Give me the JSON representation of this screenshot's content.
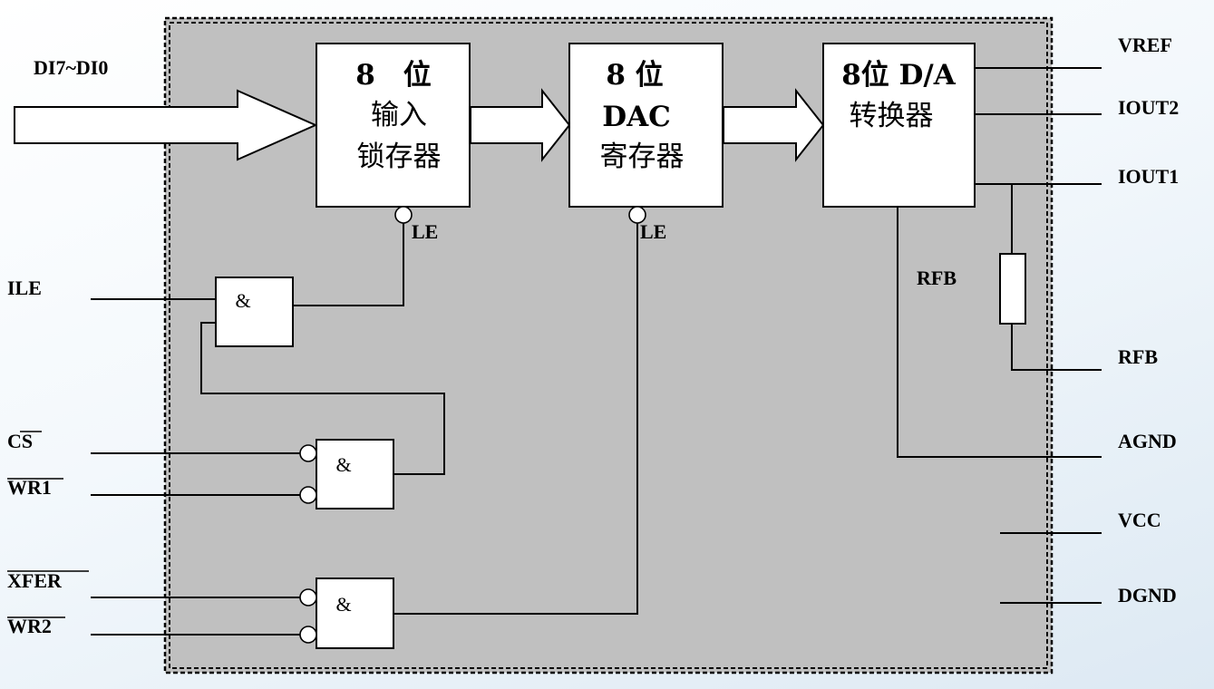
{
  "data_bus_label": "DI7~DI0",
  "blocks": {
    "input_latch": {
      "line1": "8　位",
      "line2": "输入",
      "line3": "锁存器",
      "enable": "LE"
    },
    "dac_register": {
      "line1": "8 位",
      "line2": "DAC",
      "line3": "寄存器",
      "enable": "LE"
    },
    "converter": {
      "line1": "8位 D/A",
      "line2": "转换器"
    }
  },
  "gates": {
    "gate1": "&",
    "gate2": "&",
    "gate3": "&"
  },
  "internal_labels": {
    "rfb_internal": "RFB"
  },
  "pins_left": {
    "ile": "ILE",
    "cs": "CS",
    "wr1": "WR1",
    "xfer": "XFER",
    "wr2": "WR2"
  },
  "pins_right": {
    "vref": "VREF",
    "iout2": "IOUT2",
    "iout1": "IOUT1",
    "rfb": "RFB",
    "agnd": "AGND",
    "vcc": "VCC",
    "dgnd": "DGND"
  },
  "colors": {
    "chip_fill": "#c0c0c0",
    "block_fill": "#ffffff",
    "line": "#000000"
  }
}
